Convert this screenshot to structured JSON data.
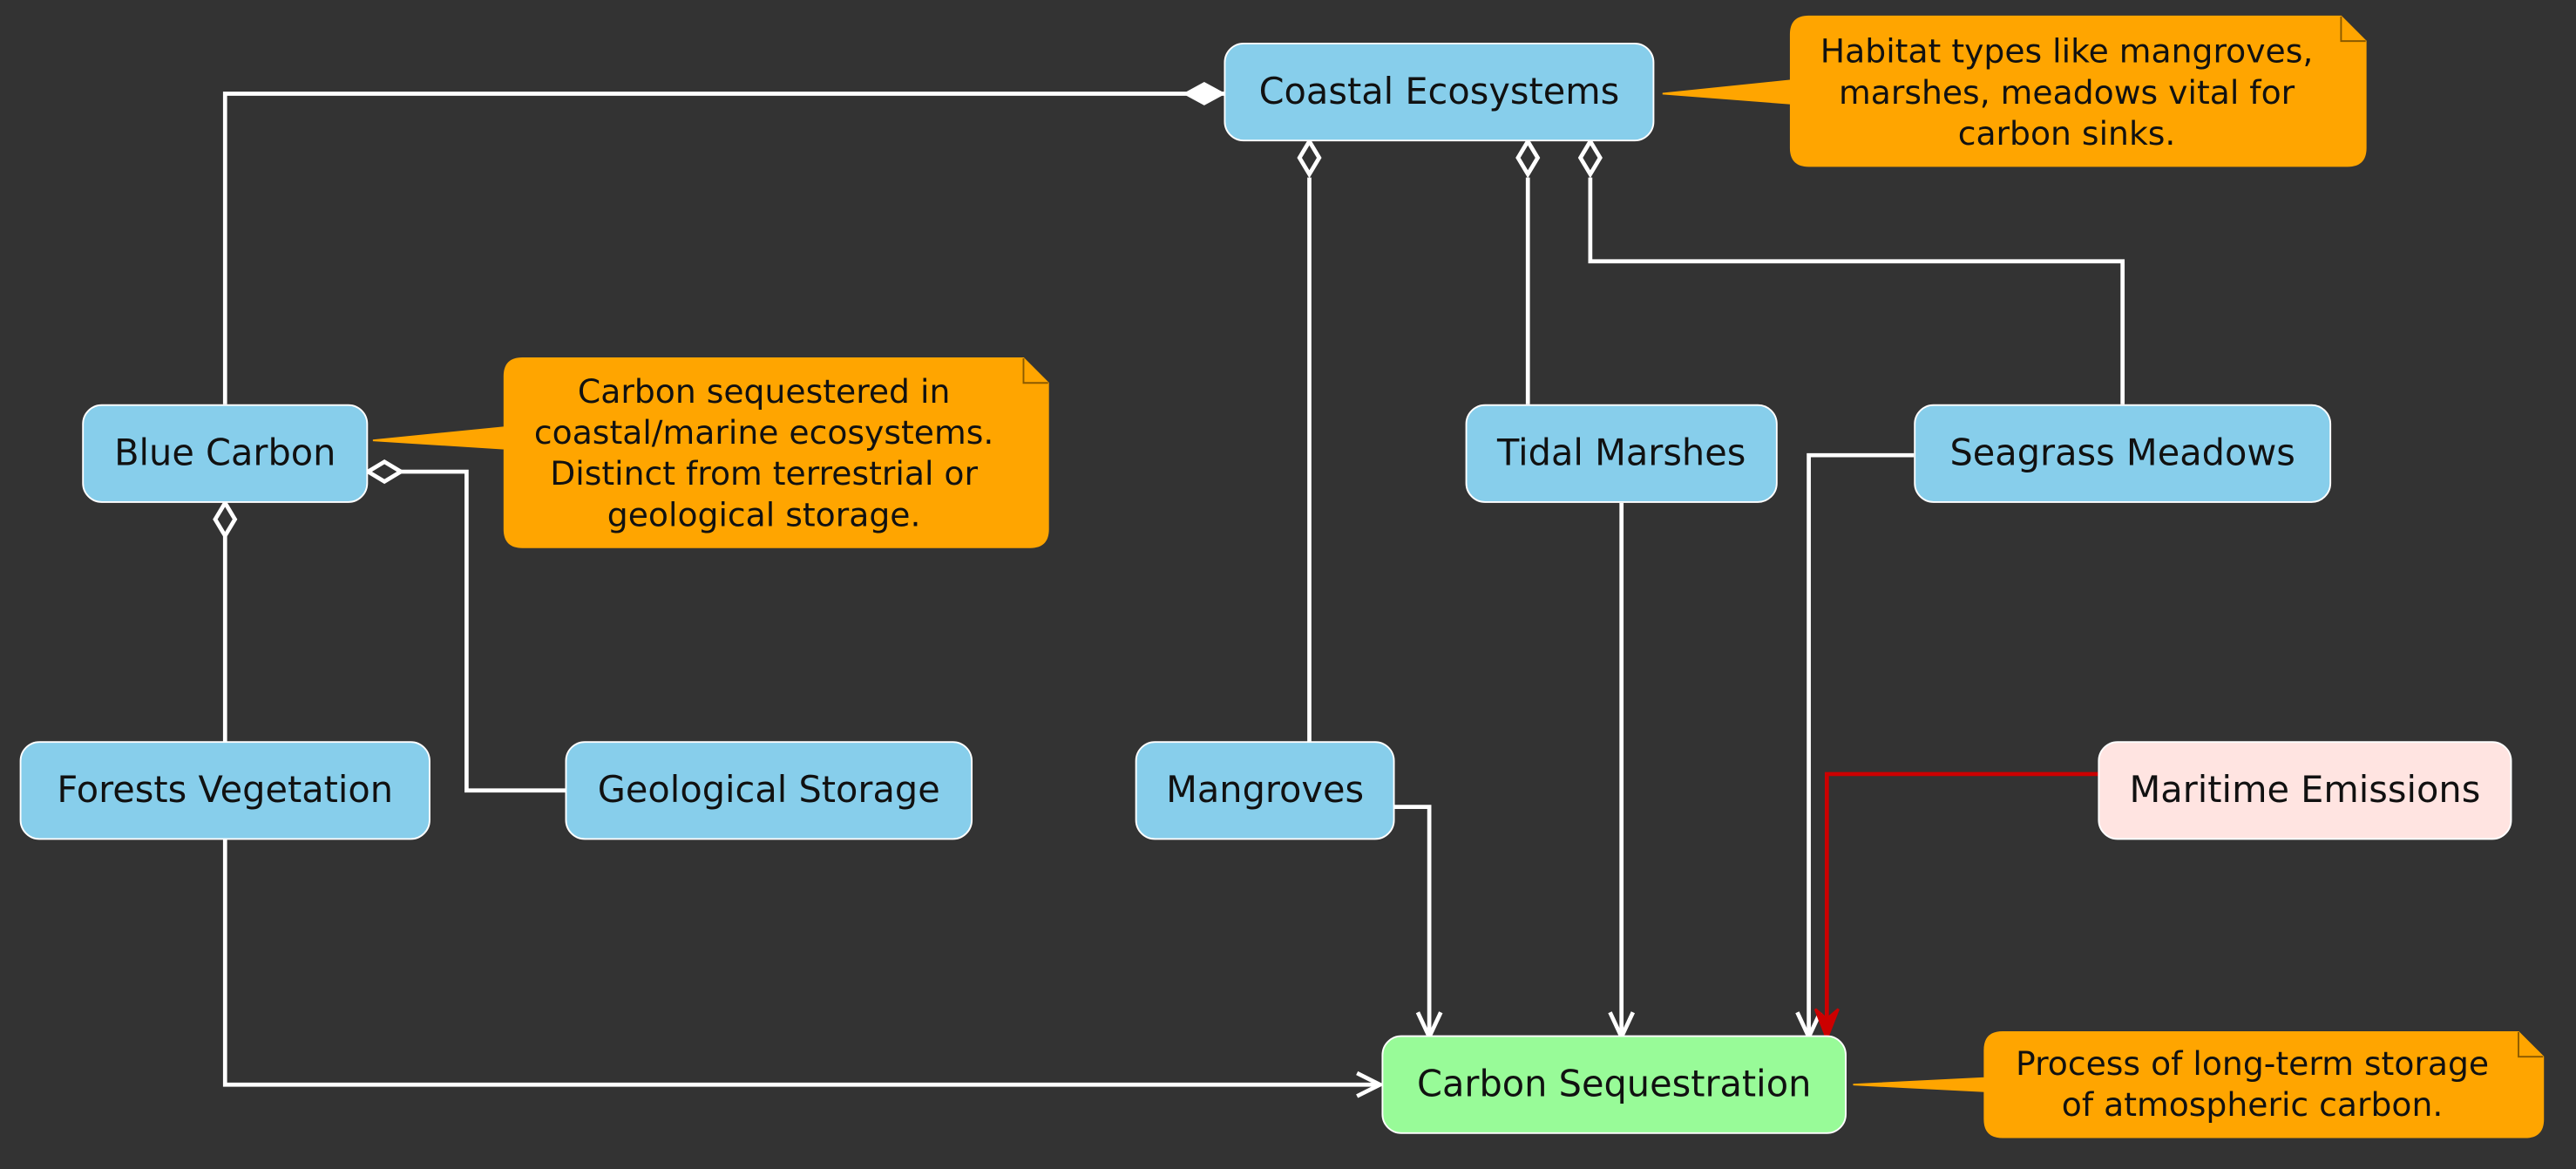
{
  "colors": {
    "background": "#333333",
    "node_fill": "#87ceeb",
    "sequestration_fill": "#98fb98",
    "emissions_fill": "#ffe4e1",
    "note_fill": "#ffa500",
    "edge": "#ffffff",
    "emission_edge": "#cc0000"
  },
  "nodes": {
    "coastal_ecosystems": "Coastal Ecosystems",
    "blue_carbon": "Blue Carbon",
    "tidal_marshes": "Tidal Marshes",
    "seagrass_meadows": "Seagrass Meadows",
    "forests_vegetation": "Forests Vegetation",
    "geological_storage": "Geological Storage",
    "mangroves": "Mangroves",
    "maritime_emissions": "Maritime Emissions",
    "carbon_sequestration": "Carbon Sequestration"
  },
  "notes": {
    "coastal": [
      "Habitat types like mangroves,",
      "marshes, meadows vital for",
      "carbon sinks."
    ],
    "blue_carbon": [
      "Carbon sequestered in",
      "coastal/marine ecosystems.",
      "Distinct from terrestrial or",
      "geological storage."
    ],
    "sequestration": [
      "Process of long-term storage",
      "of atmospheric carbon."
    ]
  },
  "edges": [
    {
      "from": "Blue Carbon",
      "to": "Coastal Ecosystems",
      "type": "composition"
    },
    {
      "from": "Mangroves",
      "to": "Coastal Ecosystems",
      "type": "aggregation"
    },
    {
      "from": "Tidal Marshes",
      "to": "Coastal Ecosystems",
      "type": "aggregation"
    },
    {
      "from": "Seagrass Meadows",
      "to": "Coastal Ecosystems",
      "type": "aggregation"
    },
    {
      "from": "Forests Vegetation",
      "to": "Blue Carbon",
      "type": "aggregation"
    },
    {
      "from": "Geological Storage",
      "to": "Blue Carbon",
      "type": "aggregation"
    },
    {
      "from": "Forests Vegetation",
      "to": "Carbon Sequestration",
      "type": "arrow"
    },
    {
      "from": "Mangroves",
      "to": "Carbon Sequestration",
      "type": "arrow"
    },
    {
      "from": "Tidal Marshes",
      "to": "Carbon Sequestration",
      "type": "arrow"
    },
    {
      "from": "Seagrass Meadows",
      "to": "Carbon Sequestration",
      "type": "arrow"
    },
    {
      "from": "Maritime Emissions",
      "to": "Carbon Sequestration",
      "type": "arrow",
      "color": "red"
    }
  ]
}
